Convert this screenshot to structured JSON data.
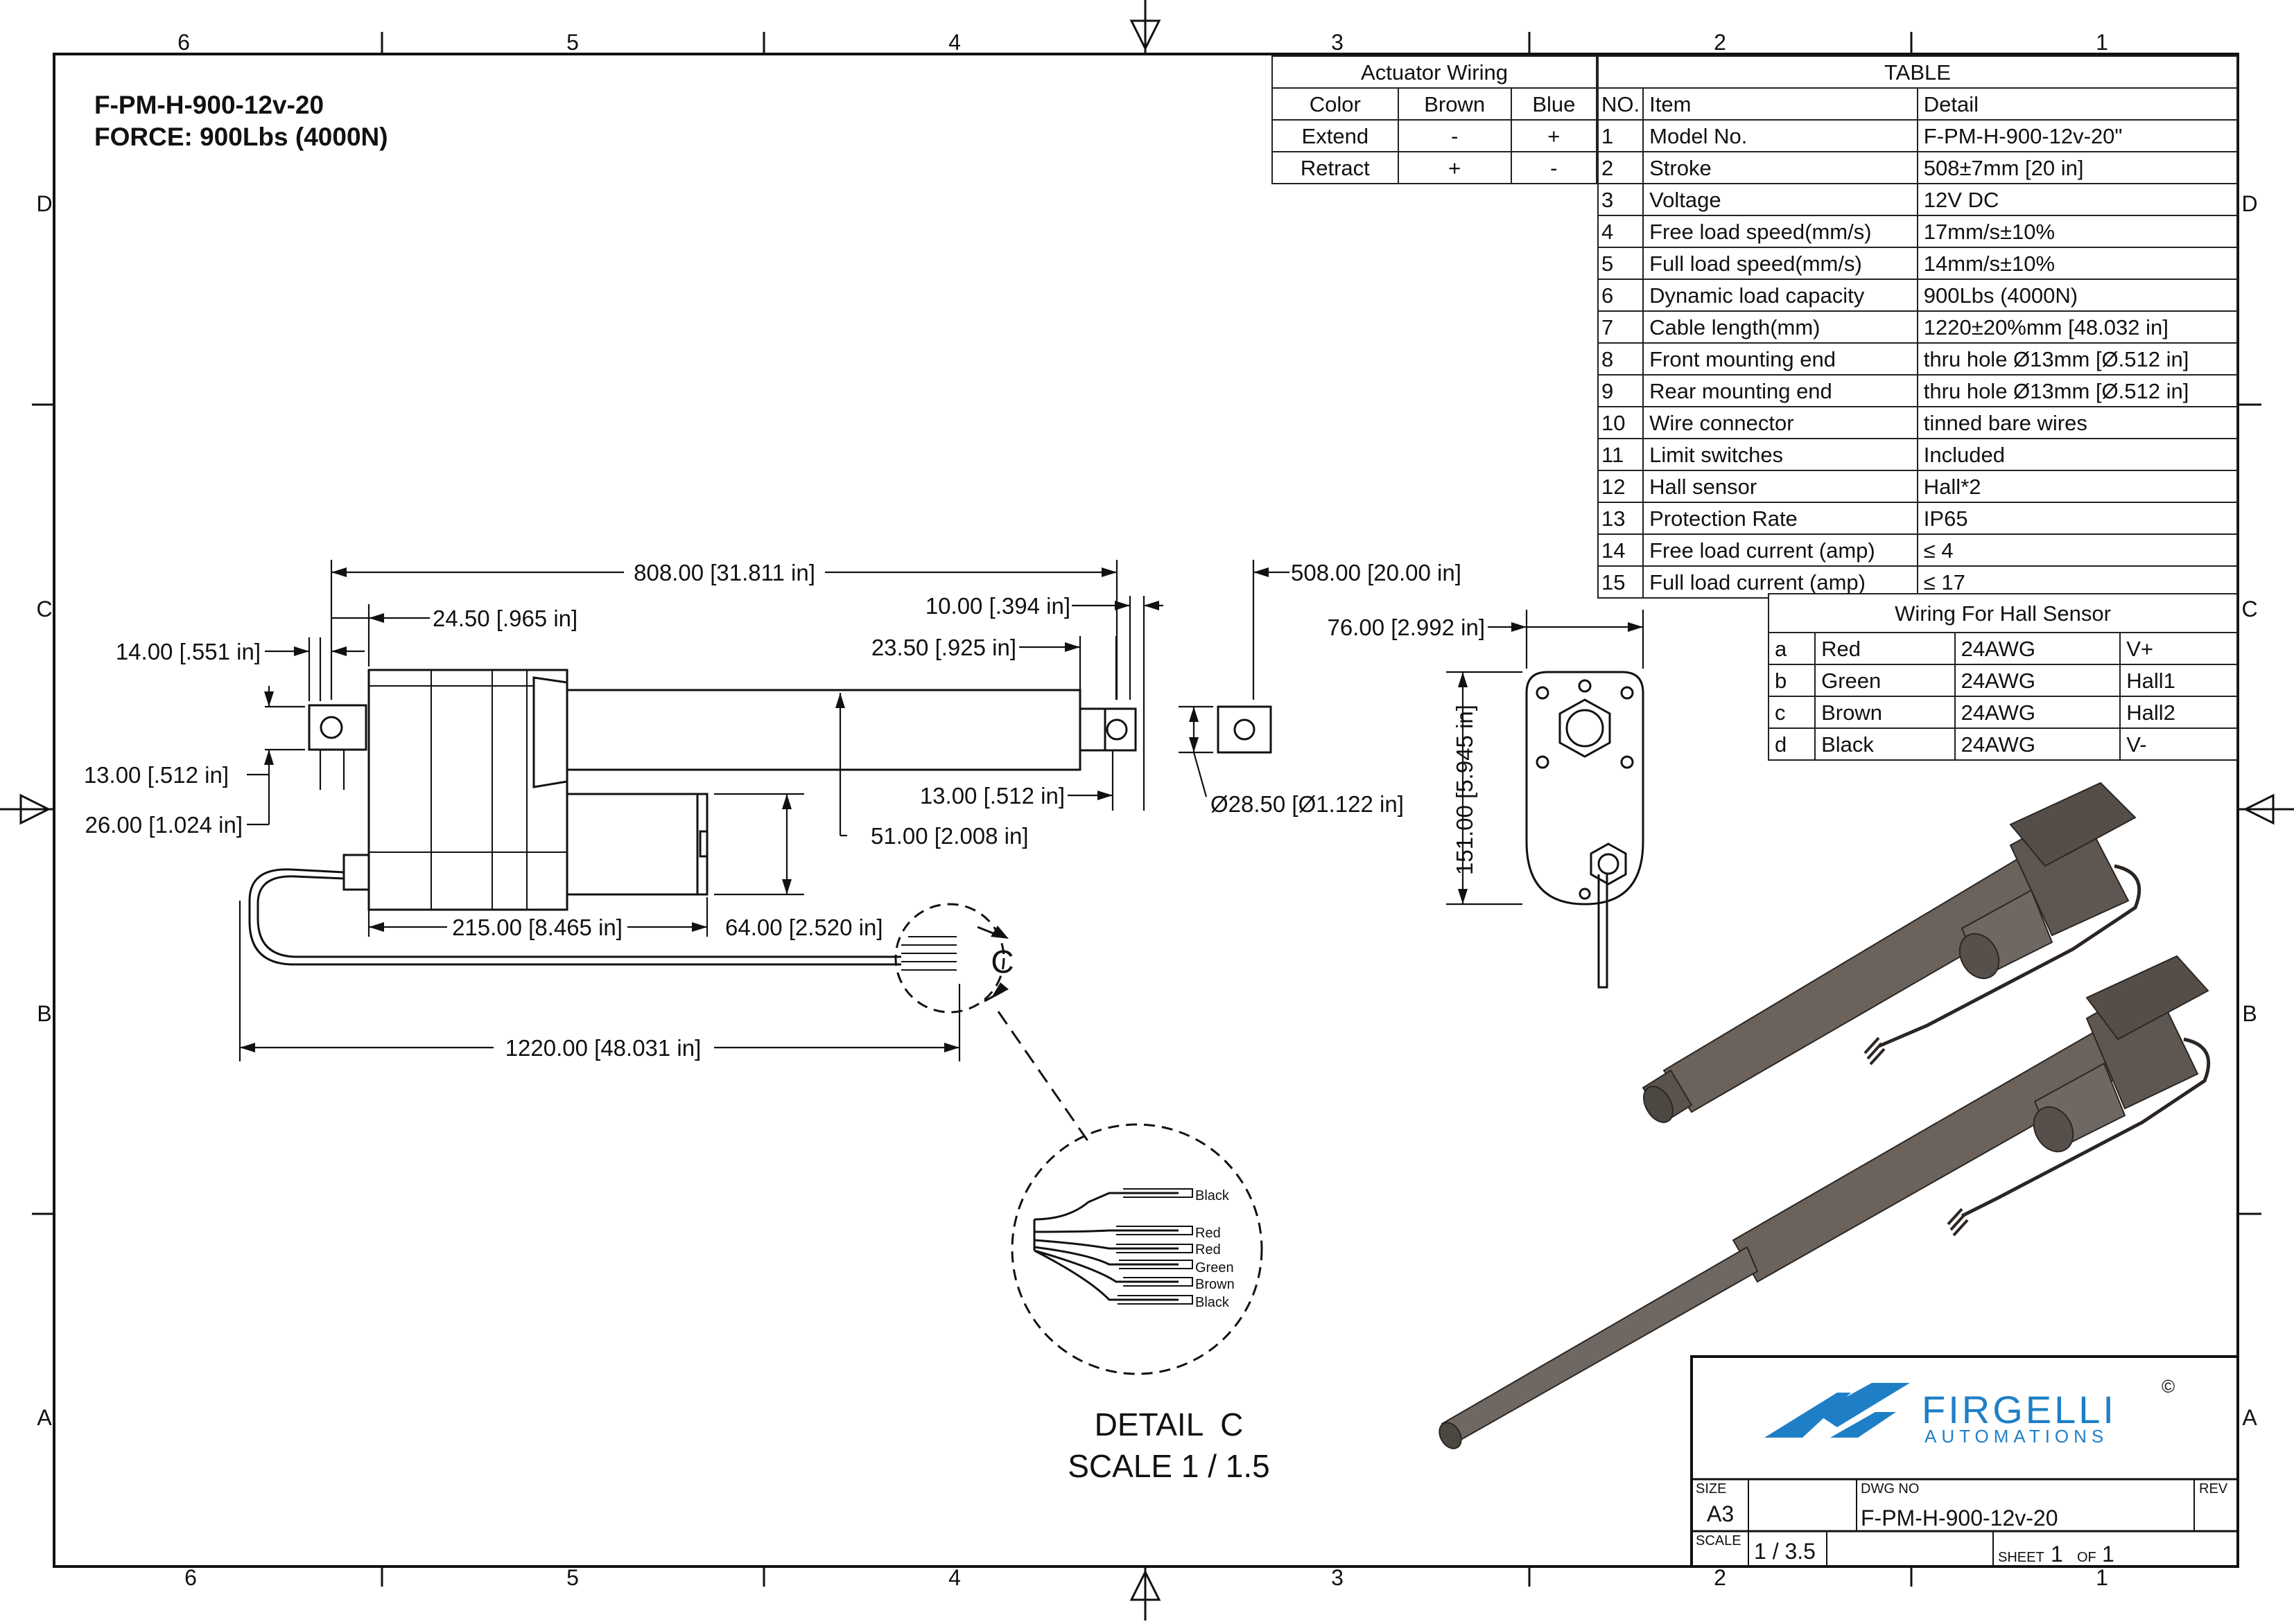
{
  "title": {
    "model": "F-PM-H-900-12v-20",
    "force": "FORCE: 900Lbs (4000N)"
  },
  "zones": {
    "columns": [
      "6",
      "5",
      "4",
      "3",
      "2",
      "1"
    ],
    "rows": [
      "D",
      "C",
      "B",
      "A"
    ]
  },
  "wiring": {
    "title": "Actuator Wiring",
    "headers": [
      "Color",
      "Brown",
      "Blue"
    ],
    "rows": [
      [
        "Extend",
        "-",
        "+"
      ],
      [
        "Retract",
        "+",
        "-"
      ]
    ]
  },
  "spec": {
    "title": "TABLE",
    "headers": [
      "NO.",
      "Item",
      "Detail"
    ],
    "rows": [
      [
        "1",
        "Model No.",
        "F-PM-H-900-12v-20\""
      ],
      [
        "2",
        "Stroke",
        "508±7mm [20 in]"
      ],
      [
        "3",
        "Voltage",
        "12V DC"
      ],
      [
        "4",
        "Free load speed(mm/s)",
        "17mm/s±10%"
      ],
      [
        "5",
        "Full load speed(mm/s)",
        "14mm/s±10%"
      ],
      [
        "6",
        "Dynamic load capacity",
        "900Lbs (4000N)"
      ],
      [
        "7",
        "Cable length(mm)",
        "1220±20%mm [48.032 in]"
      ],
      [
        "8",
        "Front mounting end",
        "thru hole Ø13mm [Ø.512 in]"
      ],
      [
        "9",
        "Rear mounting end",
        "thru hole Ø13mm [Ø.512 in]"
      ],
      [
        "10",
        "Wire connector",
        "tinned bare wires"
      ],
      [
        "11",
        "Limit switches",
        "Included"
      ],
      [
        "12",
        "Hall sensor",
        "Hall*2"
      ],
      [
        "13",
        "Protection Rate",
        "IP65"
      ],
      [
        "14",
        "Free load current (amp)",
        "≤ 4"
      ],
      [
        "15",
        "Full load current (amp)",
        "≤ 17"
      ]
    ]
  },
  "hall": {
    "title": "Wiring For Hall Sensor",
    "rows": [
      [
        "a",
        "Red",
        "24AWG",
        "V+"
      ],
      [
        "b",
        "Green",
        "24AWG",
        "Hall1"
      ],
      [
        "c",
        "Brown",
        "24AWG",
        "Hall2"
      ],
      [
        "d",
        "Black",
        "24AWG",
        "V-"
      ]
    ]
  },
  "dims": {
    "d808": "808.00 [31.811 in]",
    "d508": "508.00 [20.00 in]",
    "d1000": "10.00 [.394 in]",
    "d2450": "24.50 [.965 in]",
    "d1400": "14.00 [.551 in]",
    "d2350": "23.50 [.925 in]",
    "d1300a": "13.00 [.512 in]",
    "d2600": "26.00 [1.024 in]",
    "d1300b": "13.00 [.512 in]",
    "d2850": "Ø28.50 [Ø1.122 in]",
    "d5100": "51.00 [2.008 in]",
    "d21500": "215.00 [8.465 in]",
    "d6400": "64.00 [2.520 in]",
    "d122000": "1220.00 [48.031 in]",
    "d7600": "76.00 [2.992 in]",
    "d15100": "151.00 [5.945 in]"
  },
  "detail": {
    "callout": "C",
    "title": "DETAIL  C",
    "scale": "SCALE 1 / 1.5",
    "wires": [
      "Black",
      "Red",
      "Red",
      "Green",
      "Brown",
      "Black"
    ]
  },
  "titleblock": {
    "brand": "FIRGELLI",
    "brand_sub": "AUTOMATIONS",
    "copyright": "©",
    "size_label": "SIZE",
    "size": "A3",
    "dwg_label": "DWG NO",
    "dwg": "F-PM-H-900-12v-20",
    "rev_label": "REV",
    "scale_label": "SCALE",
    "scale": "1 / 3.5",
    "sheet_label": "SHEET",
    "sheet": "1",
    "of_label": "OF",
    "of": "1"
  },
  "colors": {
    "line": "#111111",
    "actuator": "#6a625b",
    "logo_blue": "#1f7fc6"
  }
}
